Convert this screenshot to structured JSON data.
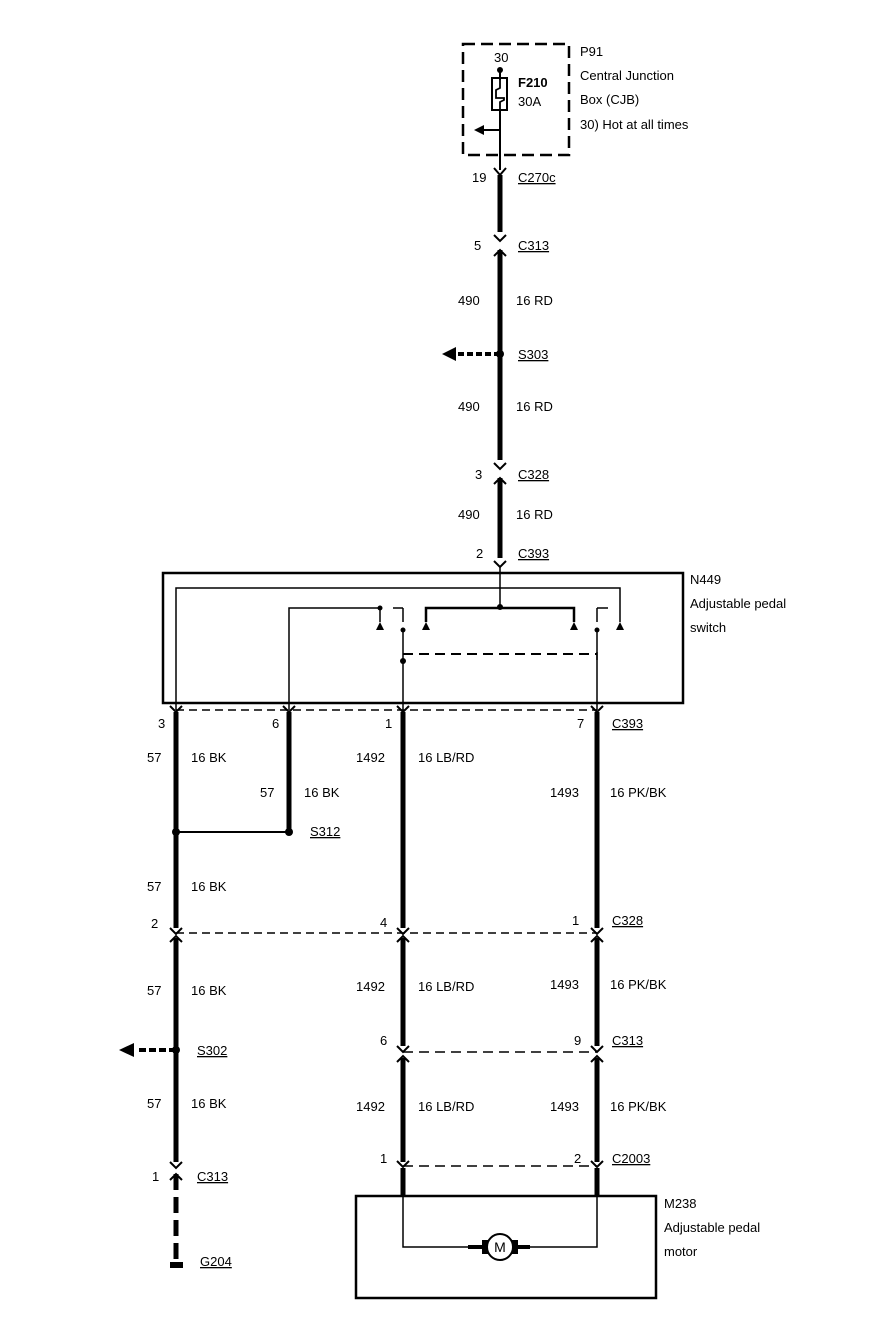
{
  "cjb": {
    "id": "P91",
    "name_line1": "Central Junction",
    "name_line2": "Box (CJB)",
    "power_note": "30)  Hot at all times",
    "fuse_terminal": "30",
    "fuse_id": "F210",
    "fuse_rating": "30A"
  },
  "feed": {
    "c270c": {
      "pin": "19",
      "label": "C270c"
    },
    "c313_top": {
      "pin": "5",
      "label": "C313"
    },
    "wire1": {
      "circuit": "490",
      "gauge_color": "16 RD"
    },
    "s303": {
      "label": "S303"
    },
    "wire2": {
      "circuit": "490",
      "gauge_color": "16 RD"
    },
    "c328_top": {
      "pin": "3",
      "label": "C328"
    },
    "wire3": {
      "circuit": "490",
      "gauge_color": "16 RD"
    },
    "c393_top": {
      "pin": "2",
      "label": "C393"
    }
  },
  "switch": {
    "id": "N449",
    "name_line1": "Adjustable pedal",
    "name_line2": "switch"
  },
  "c393_bottom": {
    "label": "C393",
    "pin_3": "3",
    "pin_6": "6",
    "pin_1": "1",
    "pin_7": "7"
  },
  "wires_upper": {
    "a": {
      "circuit": "57",
      "gauge_color": "16 BK"
    },
    "b": {
      "circuit": "57",
      "gauge_color": "16 BK"
    },
    "c": {
      "circuit": "1492",
      "gauge_color": "16 LB/RD"
    },
    "d": {
      "circuit": "1493",
      "gauge_color": "16 PK/BK"
    }
  },
  "s312": {
    "label": "S312"
  },
  "wire_e": {
    "circuit": "57",
    "gauge_color": "16 BK"
  },
  "c328_bottom": {
    "label": "C328",
    "pin_left": "2",
    "pin_mid": "4",
    "pin_right": "1"
  },
  "wires_middle": {
    "f": {
      "circuit": "57",
      "gauge_color": "16 BK"
    },
    "g": {
      "circuit": "1492",
      "gauge_color": "16 LB/RD"
    },
    "h": {
      "circuit": "1493",
      "gauge_color": "16 PK/BK"
    }
  },
  "s302": {
    "label": "S302"
  },
  "c313_mid": {
    "label": "C313",
    "pin_mid": "6",
    "pin_right": "9"
  },
  "wires_lower": {
    "i": {
      "circuit": "57",
      "gauge_color": "16 BK"
    },
    "j": {
      "circuit": "1492",
      "gauge_color": "16 LB/RD"
    },
    "k": {
      "circuit": "1493",
      "gauge_color": "16 PK/BK"
    }
  },
  "c313_bottom": {
    "pin": "1",
    "label": "C313"
  },
  "ground": {
    "label": "G204"
  },
  "c2003": {
    "label": "C2003",
    "pin_left": "1",
    "pin_right": "2"
  },
  "motor": {
    "id": "M238",
    "name_line1": "Adjustable pedal",
    "name_line2": "motor",
    "symbol": "M"
  }
}
